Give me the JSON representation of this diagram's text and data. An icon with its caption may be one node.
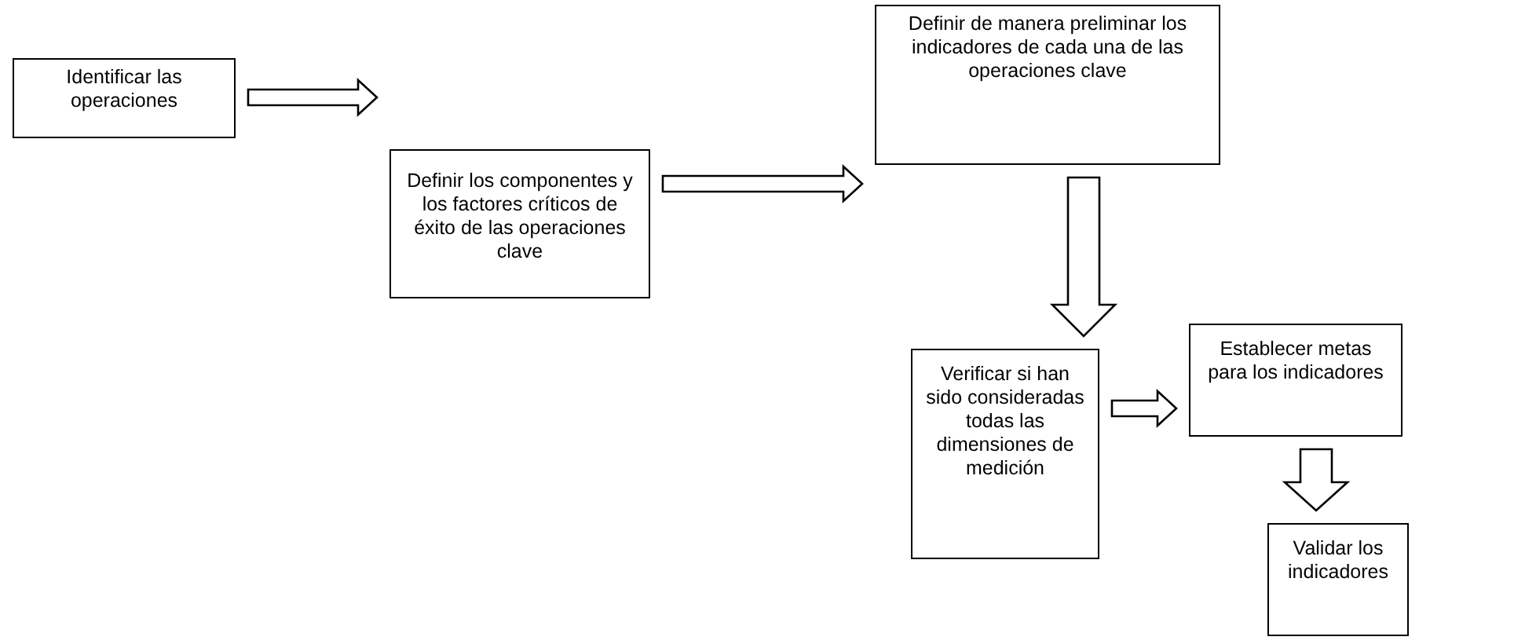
{
  "diagram": {
    "nodes": [
      {
        "text": [
          "Identificar las operaciones"
        ]
      },
      {
        "text": [
          "Definir los componentes y los factores críticos de éxito de las operaciones clave"
        ]
      },
      {
        "text": [
          "Definir de manera preliminar los indicadores de cada una de las operaciones clave"
        ]
      },
      {
        "text": [
          "Verificar si han sido consideradas todas las dimensiones de medición"
        ]
      },
      {
        "text": [
          "Establecer metas para los indicadores"
        ]
      },
      {
        "text": [
          "Validar los indicadores"
        ]
      }
    ],
    "edges": [
      {
        "from": 0,
        "to": 1,
        "arrow": "to"
      },
      {
        "from": 1,
        "to": 2,
        "arrow": "to"
      },
      {
        "from": 2,
        "to": 3,
        "arrow": "to"
      },
      {
        "from": 3,
        "to": 4,
        "arrow": "to"
      },
      {
        "from": 4,
        "to": 5,
        "arrow": "to"
      }
    ]
  }
}
